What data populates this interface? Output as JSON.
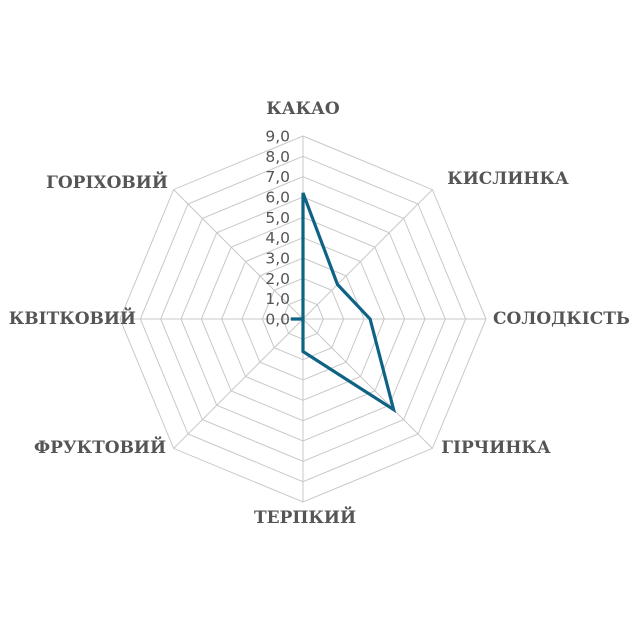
{
  "chart_data": {
    "type": "radar",
    "categories": [
      "КАКАО",
      "КИСЛИНКА",
      "СОЛОДКІСТЬ",
      "ГІРЧИНКА",
      "ТЕРПКИЙ",
      "ФРУКТОВИЙ",
      "КВІТКОВИЙ",
      "ГОРІХОВИЙ"
    ],
    "series": [
      {
        "values": [
          6.2,
          2.4,
          3.3,
          6.3,
          1.6,
          0.0,
          0.6,
          0.0
        ],
        "color": "#0e6384"
      }
    ],
    "rlim": [
      0,
      9
    ],
    "ticks": [
      "0,0",
      "1,0",
      "2,0",
      "3,0",
      "4,0",
      "5,0",
      "6,0",
      "7,0",
      "8,0",
      "9,0"
    ],
    "grid": true,
    "legend": "none"
  }
}
